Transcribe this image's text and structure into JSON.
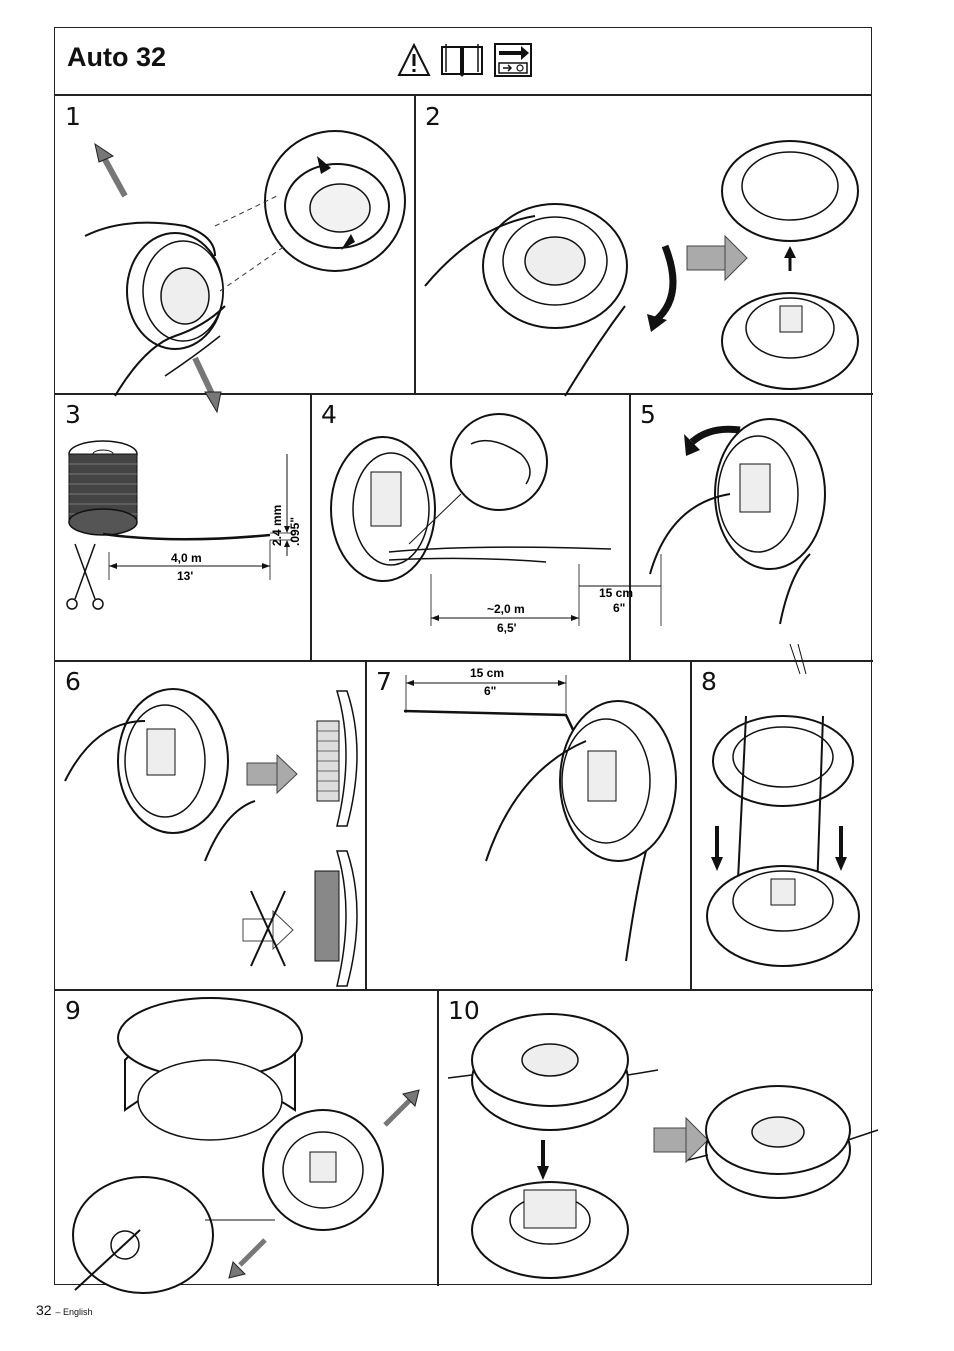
{
  "header": {
    "title": "Auto 32",
    "icons": [
      "warning-triangle-icon",
      "manual-book-icon",
      "arrow-reference-icon"
    ]
  },
  "steps": [
    {
      "number": "1"
    },
    {
      "number": "2"
    },
    {
      "number": "3",
      "dimensions": {
        "thickness_mm": "2.4 mm",
        "thickness_in": ".095\"",
        "length_m": "4,0 m",
        "length_ft": "13'"
      }
    },
    {
      "number": "4",
      "dimensions": {
        "length_m": "~2,0 m",
        "length_ft": "6,5'",
        "end_cm": "15 cm",
        "end_in": "6\""
      }
    },
    {
      "number": "5"
    },
    {
      "number": "6"
    },
    {
      "number": "7",
      "dimensions": {
        "length_cm": "15 cm",
        "length_in": "6\""
      }
    },
    {
      "number": "8"
    },
    {
      "number": "9"
    },
    {
      "number": "10"
    }
  ],
  "footer": {
    "page_number": "32",
    "language": "– English"
  }
}
